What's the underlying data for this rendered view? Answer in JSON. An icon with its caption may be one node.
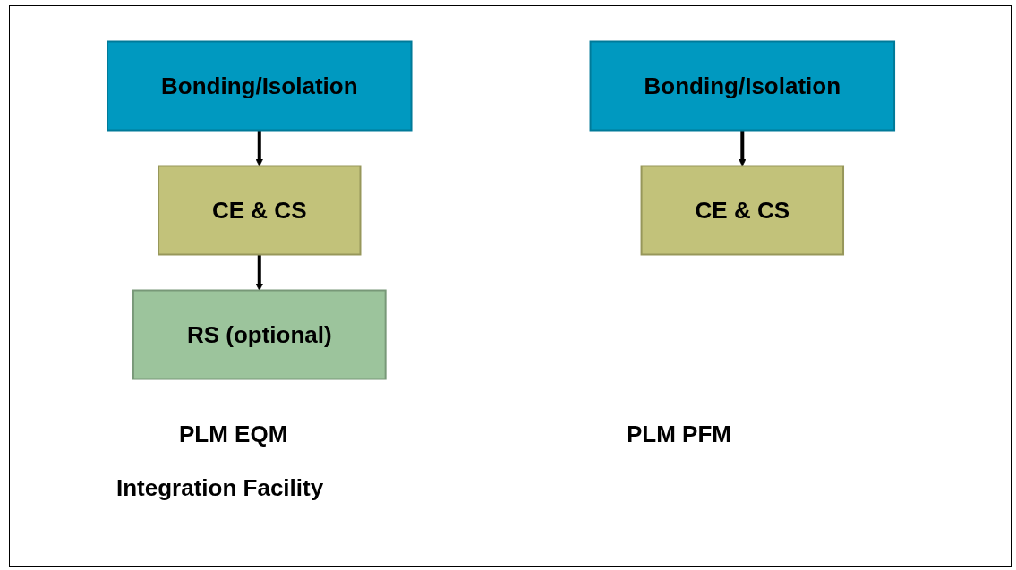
{
  "diagram": {
    "nodes": [
      {
        "text": [
          "Bonding/Isolation"
        ]
      },
      {
        "text": [
          "CE & CS"
        ]
      },
      {
        "text": [
          "RS (optional)"
        ]
      },
      {
        "text": [
          "Bonding/Isolation"
        ]
      },
      {
        "text": [
          "CE & CS"
        ]
      }
    ],
    "edges": [
      {
        "from": 0,
        "to": 1,
        "arrow": "to"
      },
      {
        "from": 1,
        "to": 2,
        "arrow": "to"
      },
      {
        "from": 3,
        "to": 4,
        "arrow": "to"
      }
    ],
    "labels": [
      "PLM PFM",
      "PLM EQM",
      "Integration Facility"
    ]
  }
}
